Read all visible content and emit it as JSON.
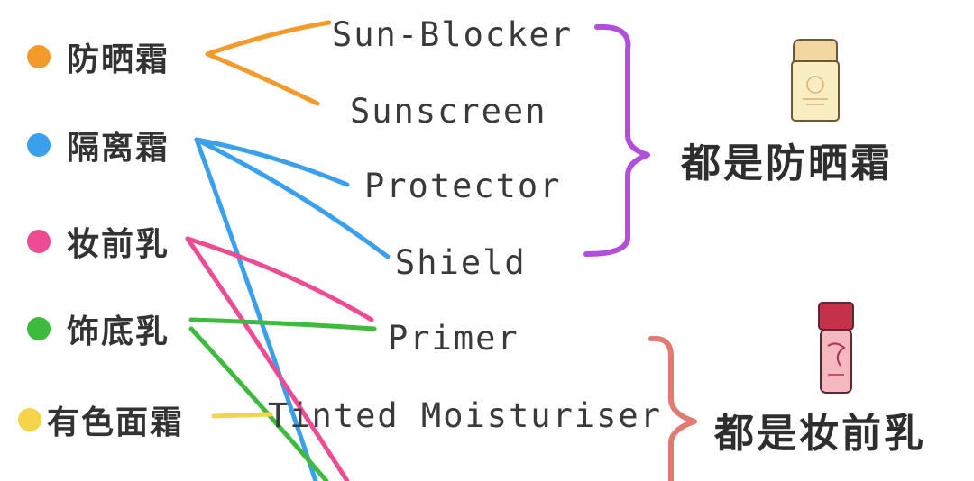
{
  "left_items": [
    {
      "label": "防晒霜",
      "color": "#F39A2B"
    },
    {
      "label": "隔离霜",
      "color": "#3AA0EC"
    },
    {
      "label": "妆前乳",
      "color": "#EE4C92"
    },
    {
      "label": "饰底乳",
      "color": "#3DBB3D"
    },
    {
      "label": "有色面霜",
      "color": "#F5D34B"
    }
  ],
  "terms": [
    "Sun-Blocker",
    "Sunscreen",
    "Protector",
    "Shield",
    "Primer",
    "Tinted Moisturiser"
  ],
  "groups": [
    {
      "label": "都是防晒霜",
      "bracket_color": "#B14FDB"
    },
    {
      "label": "都是妆前乳",
      "bracket_color": "#E07A73"
    }
  ],
  "products": [
    {
      "icon": "sunscreen-bottle-icon"
    },
    {
      "icon": "primer-bottle-icon"
    }
  ]
}
